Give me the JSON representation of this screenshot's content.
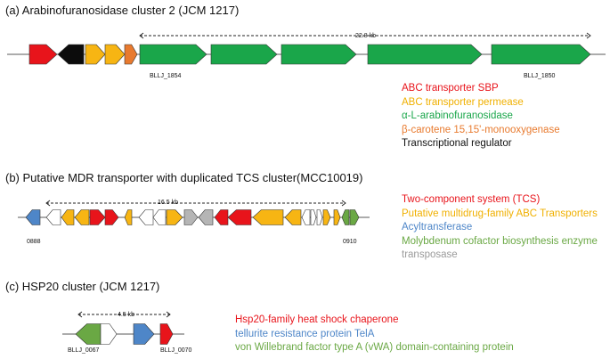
{
  "colors": {
    "red": "#e8141b",
    "black": "#0c0c0c",
    "orange_yellow": "#f7b513",
    "dark_orange": "#e87a2e",
    "green": "#1aa64a",
    "blue": "#4e86c8",
    "light_green": "#6aa844",
    "gray": "#b5b5b5",
    "white": "#ffffff"
  },
  "panel_a": {
    "title": "(a) Arabinofuranosidase  cluster 2 (JCM 1217)",
    "size_label": "22.8 kb",
    "gene_labels": [
      "BLLJ_1854",
      "BLLJ_1850"
    ],
    "legend": [
      {
        "text": "ABC transporter SBP",
        "color": "#e8141b"
      },
      {
        "text": "ABC transporter permease",
        "color": "#f0b000"
      },
      {
        "text": "α-L-arabinofuranosidase",
        "color": "#1aa64a"
      },
      {
        "text": "β-carotene 15,15'-monooxygenase",
        "color": "#e87a2e"
      },
      {
        "text": "Transcriptional regulator",
        "color": "#111111"
      }
    ]
  },
  "panel_b": {
    "title": "(b) Putative MDR transporter with duplicated TCS cluster(MCC10019)",
    "size_label": "16.5 kb",
    "gene_labels": [
      "0888",
      "0910"
    ],
    "legend": [
      {
        "text": "Two-component system (TCS)",
        "color": "#e8141b"
      },
      {
        "text": "Putative multidrug-family  ABC Transporters",
        "color": "#f0b000"
      },
      {
        "text": "Acyltransferase",
        "color": "#4e86c8"
      },
      {
        "text": "Molybdenum  cofactor biosynthesis enzyme",
        "color": "#6aa844"
      },
      {
        "text": "transposase",
        "color": "#9a9a9a"
      }
    ]
  },
  "panel_c": {
    "title": "(c) HSP20 cluster (JCM 1217)",
    "size_label": "4.5 kb",
    "gene_labels": [
      "BLLJ_0067",
      "BLLJ_0070"
    ],
    "legend": [
      {
        "text": "Hsp20-family heat shock chaperone",
        "color": "#e8141b"
      },
      {
        "text": "tellurite  resistance protein TelA",
        "color": "#4e86c8"
      },
      {
        "text": "von Willebrand factor type A (vWA) domain-containing protein",
        "color": "#6aa844"
      }
    ]
  }
}
